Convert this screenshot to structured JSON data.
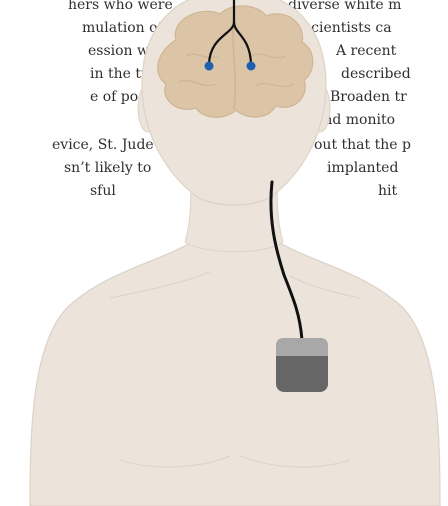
{
  "article": {
    "left_column": [
      "hers who were",
      "mulation off.",
      "ession were",
      "in the trial.",
      "e of poorer-",
      "",
      "evice, St. Jude",
      "sn’t likely to",
      "sful"
    ],
    "right_column": [
      "diverse white m",
      "scientists ca",
      "A recent",
      "described",
      "Broaden tr",
      "and monito",
      "out that the p",
      "implanted",
      "hit"
    ]
  },
  "illustration": {
    "subject": "deep brain stimulation implant",
    "colors": {
      "skin": "#ece3da",
      "skin_outline": "#dcd2c8",
      "brain": "#dcc5a6",
      "brain_outline": "#cfb592",
      "wire": "#111111",
      "electrode": "#1e5fb0",
      "device_top": "#a8a8a8",
      "device_bottom": "#666666"
    }
  }
}
